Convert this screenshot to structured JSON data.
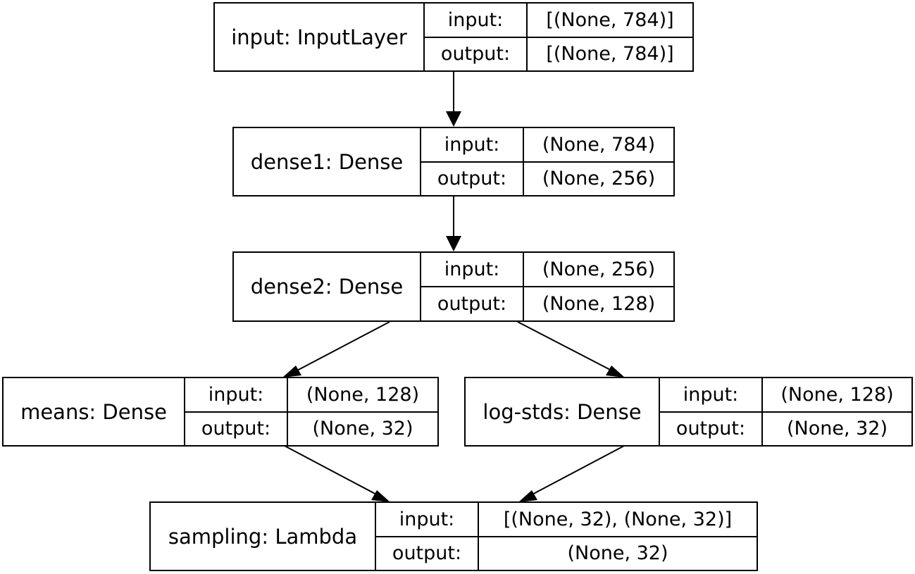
{
  "layers": [
    {
      "id": "input",
      "name": "input: InputLayer",
      "input_label": "input:",
      "input": "[(None, 784)]",
      "output_label": "output:",
      "output": "[(None, 784)]"
    },
    {
      "id": "dense1",
      "name": "dense1: Dense",
      "input_label": "input:",
      "input": "(None, 784)",
      "output_label": "output:",
      "output": "(None, 256)"
    },
    {
      "id": "dense2",
      "name": "dense2: Dense",
      "input_label": "input:",
      "input": "(None, 256)",
      "output_label": "output:",
      "output": "(None, 128)"
    },
    {
      "id": "means",
      "name": "means: Dense",
      "input_label": "input:",
      "input": "(None, 128)",
      "output_label": "output:",
      "output": "(None, 32)"
    },
    {
      "id": "logstds",
      "name": "log-stds: Dense",
      "input_label": "input:",
      "input": "(None, 128)",
      "output_label": "output:",
      "output": "(None, 32)"
    },
    {
      "id": "sampling",
      "name": "sampling: Lambda",
      "input_label": "input:",
      "input": "[(None, 32), (None, 32)]",
      "output_label": "output:",
      "output": "(None, 32)"
    }
  ],
  "edges": [
    {
      "from": "input",
      "to": "dense1"
    },
    {
      "from": "dense1",
      "to": "dense2"
    },
    {
      "from": "dense2",
      "to": "means"
    },
    {
      "from": "dense2",
      "to": "logstds"
    },
    {
      "from": "means",
      "to": "sampling"
    },
    {
      "from": "logstds",
      "to": "sampling"
    }
  ]
}
